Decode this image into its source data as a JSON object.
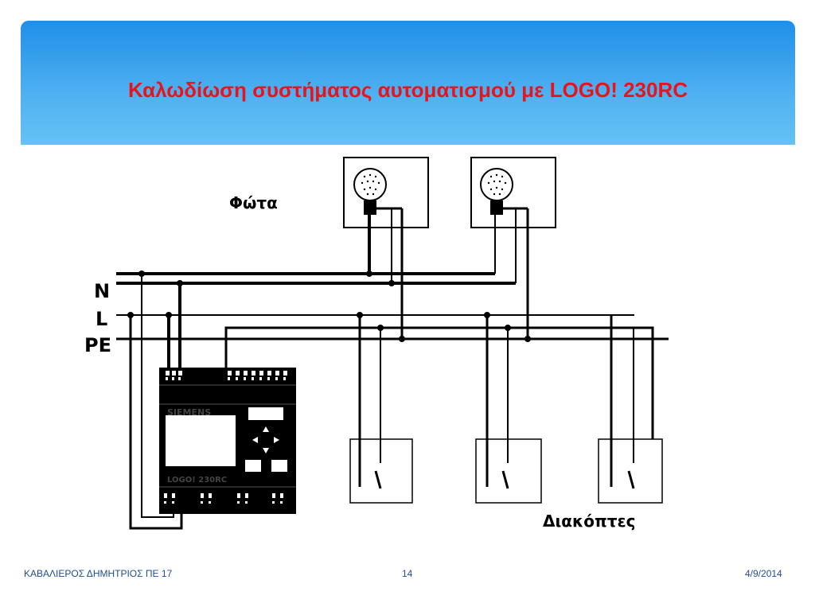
{
  "slide": {
    "title": "Καλωδίωση συστήματος αυτοματισμού με LOGO! 230RC",
    "page_number": "14"
  },
  "footer": {
    "author": "ΚΑΒΑΛΙΕΡΟΣ ΔΗΜΗΤΡΙΟΣ ΠΕ 17",
    "page": "14",
    "date": "4/9/2014"
  },
  "diagram": {
    "lights_label": "Φώτα",
    "switches_label": "Διακόπτες",
    "line_labels": {
      "n": "N",
      "l": "L",
      "pe": "PE"
    },
    "plc_brand": "SIEMENS",
    "plc_model": "LOGO! 230RC"
  }
}
